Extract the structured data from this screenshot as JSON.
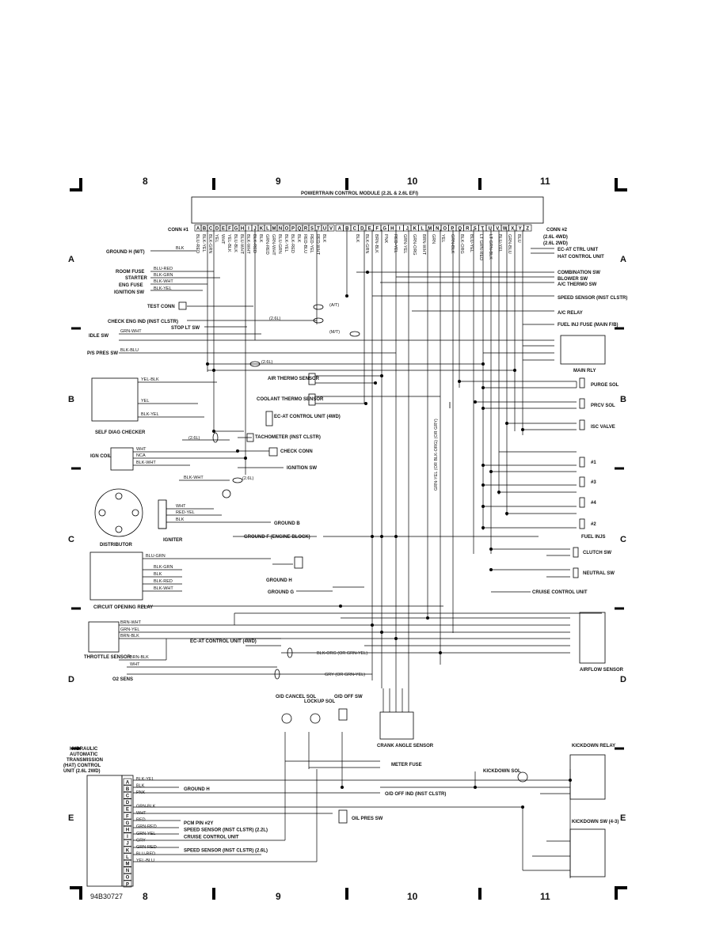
{
  "title": "POWERTRAIN CONTROL MODULE (2.2L & 2.6L EFI)",
  "figure_code": "94B30727",
  "columns": [
    "8",
    "9",
    "10",
    "11"
  ],
  "rows": [
    "A",
    "B",
    "C",
    "D",
    "E"
  ],
  "conn1": {
    "label": "CONN #1",
    "pins": [
      "A",
      "B",
      "C",
      "D",
      "E",
      "F",
      "G",
      "H",
      "I",
      "J",
      "K",
      "L",
      "M",
      "N",
      "O",
      "P",
      "Q",
      "R",
      "S",
      "T",
      "U",
      "V"
    ],
    "wires": [
      "BLU-RED",
      "BLK-YEL",
      "BLK-GRN",
      "YEL",
      "WHT",
      "YEL-BLK",
      "BLU-BLK",
      "BLU-WHT",
      "BLK-WHT",
      "BLK-RED",
      "BLK",
      "GRN-RED",
      "GRN-WHT",
      "BLU-GRN",
      "BLK-YEL",
      "BLK-RED",
      "BLK",
      "RED-BLU",
      "RED-YEL",
      "RED-WHT",
      "BLK"
    ]
  },
  "conn2": {
    "label": "CONN #2",
    "pins": [
      "A",
      "B",
      "C",
      "D",
      "E",
      "F",
      "G",
      "H",
      "I",
      "J",
      "K",
      "L",
      "M",
      "N",
      "O",
      "P",
      "Q",
      "R",
      "S",
      "T",
      "U",
      "V",
      "W",
      "X",
      "Y",
      "Z"
    ],
    "wires": [
      "BLK",
      "BLK-GRN",
      "BRN-BLK",
      "PNK",
      "RED-YEL",
      "GRN-YEL",
      "GRN-ORG",
      "BRN-WHT",
      "GRN",
      "YEL",
      "GRN-BLK",
      "BLK-ORG",
      "BLU-YEL",
      "LT GRN-RED",
      "LT GRN-BLK",
      "BLU-YEL",
      "GRN-BLU",
      "BLU"
    ]
  },
  "left_labels": [
    "GROUND H (M/T)",
    "ROOM FUSE",
    "STARTER",
    "ENG FUSE",
    "IGNITION SW",
    "TEST CONN",
    "CHECK ENG IND (INST CLSTR)",
    "STOP LT SW",
    "IDLE SW",
    "P/S PRES SW",
    "SELF DIAG CHECKER",
    "IGN COIL",
    "DISTRIBUTOR",
    "IGNITER",
    "CIRCUIT OPENING RELAY",
    "THROTTLE SENSOR",
    "O2 SENS"
  ],
  "right_labels": [
    "(2.6L 4WD)",
    "(2.6L 2WD)",
    "EC-AT CTRL UNIT",
    "HAT CONTROL UNIT",
    "COMBINATION SW",
    "BLOWER SW",
    "A/C THERMO SW",
    "SPEED SENSOR (INST CLSTR)",
    "A/C RELAY",
    "FUEL INJ FUSE (MAIN F/B)",
    "MAIN RLY",
    "PURGE SOL",
    "PRCV SOL",
    "ISC VALVE",
    "#1",
    "#3",
    "#4",
    "#2",
    "FUEL INJS",
    "CLUTCH SW",
    "NEUTRAL SW",
    "CRUISE CONTROL UNIT",
    "AIRFLOW SENSOR",
    "KICKDOWN RELAY",
    "KICKDOWN SW (4-3)"
  ],
  "center_labels": [
    "AIR THERMO SENSOR",
    "COOLANT THERMO SENSOR",
    "EC-AT CONTROL UNIT (4WD)",
    "TACHOMETER (INST CLSTR)",
    "CHECK CONN",
    "IGNITION SW",
    "GROUND B",
    "GROUND F (ENGINE BLOCK)",
    "GROUND G",
    "GROUND H",
    "EC-AT CONTROL UNIT (4WD)",
    "O/D CANCEL SOL",
    "LOCKUP SOL",
    "O/D OFF SW",
    "CRANK ANGLE SENSOR",
    "METER FUSE",
    "O/D OFF IND (INST CLSTR)",
    "OIL PRES SW",
    "KICKDOWN SOL"
  ],
  "wires_left": [
    "BLK",
    "BLU-RED",
    "BLK-GRN",
    "BLK-WHT",
    "BLK-YEL",
    "GRN-WHT",
    "BLK-BLU",
    "YEL-BLK",
    "YEL",
    "BLK-YEL",
    "WHT",
    "NCA",
    "BLK-WHT",
    "BLK-WHT",
    "WHT",
    "RED-YEL",
    "BLK",
    "BLU-GRN",
    "BLK-GRN",
    "BLK",
    "BLK-RED",
    "BLK-WHT",
    "BRN-WHT",
    "GRN-YEL",
    "BRN-BLK",
    "BRN-BLK",
    "WHT"
  ],
  "hat": {
    "title": "HYDRAULIC AUTOMATIC TRANSMISSION (HAT) CONTROL UNIT (2.6L 2WD)",
    "pins": [
      "A",
      "B",
      "C",
      "D",
      "E",
      "F",
      "G",
      "H",
      "I",
      "J",
      "K",
      "L",
      "M",
      "N",
      "O",
      "P"
    ],
    "wires": [
      "BLK-YEL",
      "BLK",
      "PNK",
      "",
      "GRN-BLK",
      "WHT",
      "RED",
      "GRN-RED",
      "GRN-YEL",
      "GRY",
      "GRN-RED",
      "BLU-RED",
      "YEL-BLU",
      "",
      "",
      ""
    ],
    "dest": [
      "",
      "GROUND H",
      "",
      "",
      "",
      "",
      "PCM PIN #2Y",
      "SPEED SENSOR (INST CLSTR) (2.2L)",
      "CRUISE CONTROL UNIT",
      "",
      "SPEED SENSOR (INST CLSTR) (2.6L)",
      "",
      "",
      "",
      "",
      ""
    ]
  },
  "notes": [
    "(2.6L)",
    "(A/T)",
    "(M/T)",
    "(2.6L)",
    "(2.6L)",
    "(2.6L)",
    "GRN-YEL (OR BLK-ORG) (OR GRY)",
    "BLK-ORG (OR GRN-YEL)",
    "GRY (OR GRN-YEL)"
  ]
}
